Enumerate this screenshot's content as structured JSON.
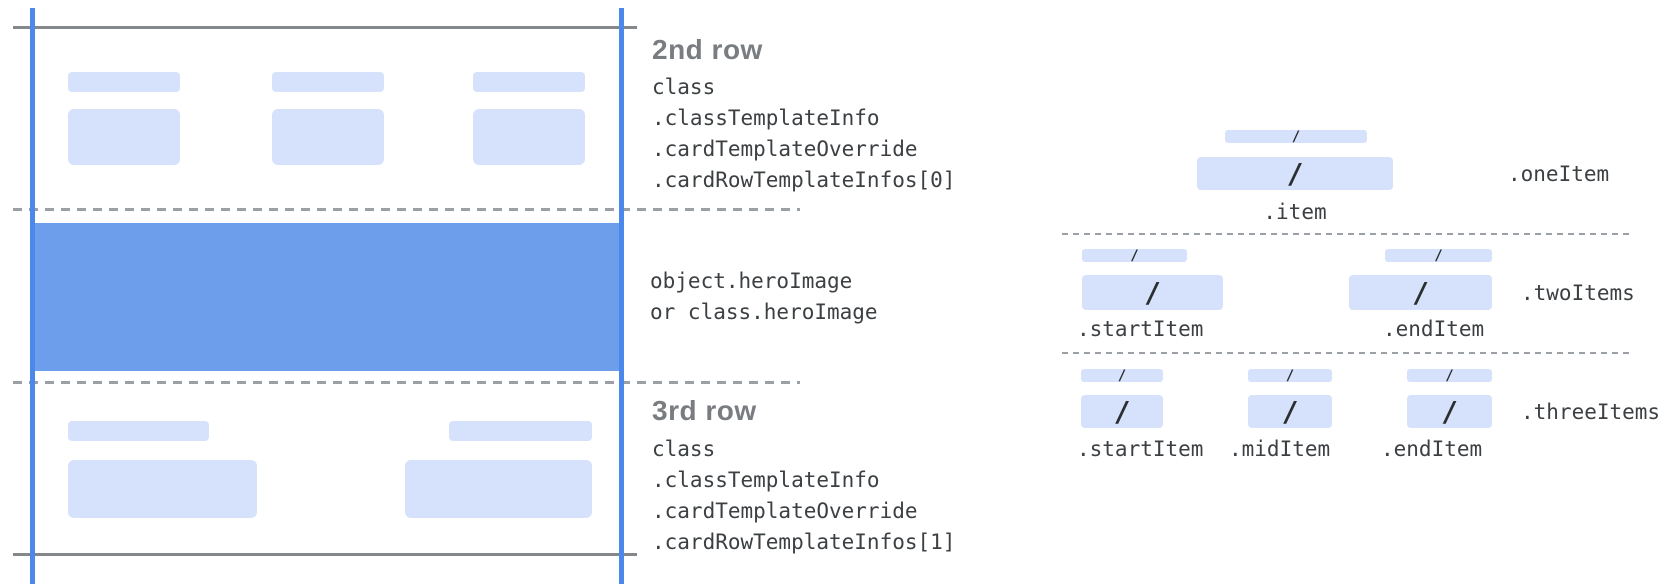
{
  "colors": {
    "placeholder_light_blue": "#d6e2fb",
    "hero_band_blue": "#6d9eeb",
    "guide_line_blue": "#4c87ec",
    "solid_line_gray": "#85888b",
    "dashed_line_gray": "#9aa0a6",
    "heading_gray": "#797c80",
    "code_text": "#3c4043"
  },
  "card": {
    "rows": [
      {
        "heading": "2nd row",
        "code": [
          "class",
          ".classTemplateInfo",
          ".cardTemplateOverride",
          ".cardRowTemplateInfos[0]"
        ]
      },
      {
        "heading": "3rd row",
        "code": [
          "class",
          ".classTemplateInfo",
          ".cardTemplateOverride",
          ".cardRowTemplateInfos[1]"
        ]
      }
    ],
    "hero": {
      "code": [
        "object.heroImage",
        "or class.heroImage"
      ]
    }
  },
  "item_layouts": [
    {
      "name": ".oneItem",
      "labels": [
        ".item"
      ]
    },
    {
      "name": ".twoItems",
      "labels": [
        ".startItem",
        ".endItem"
      ]
    },
    {
      "name": ".threeItems",
      "labels": [
        ".startItem",
        ".midItem",
        ".endItem"
      ]
    }
  ],
  "placeholder_slash": "/"
}
